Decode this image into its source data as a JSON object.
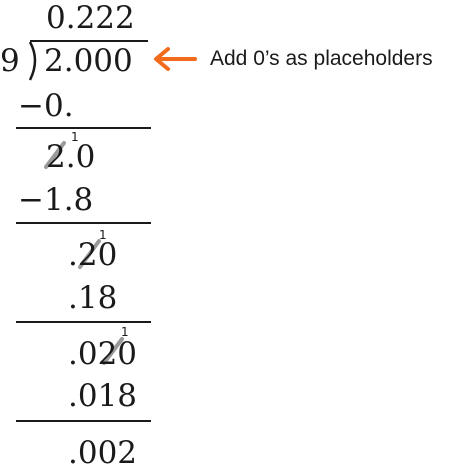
{
  "quotient": "0.222",
  "divisor": "9",
  "dividend": "2.000",
  "annotation": {
    "text": "Add 0’s as placeholders",
    "arrow_color": "#F26B1D"
  },
  "steps": [
    {
      "subtract": "−0.",
      "remainder": "2.0",
      "borrow": "1"
    },
    {
      "subtract": "−1.8",
      "remainder": ".20",
      "borrow": "1"
    },
    {
      "subtract": ".18",
      "remainder": ".020",
      "borrow": "1"
    },
    {
      "subtract": ".018",
      "remainder": ".002"
    }
  ],
  "colors": {
    "ink": "#1a1a1a",
    "strike": "#9a9a9a",
    "accent": "#F26B1D"
  }
}
